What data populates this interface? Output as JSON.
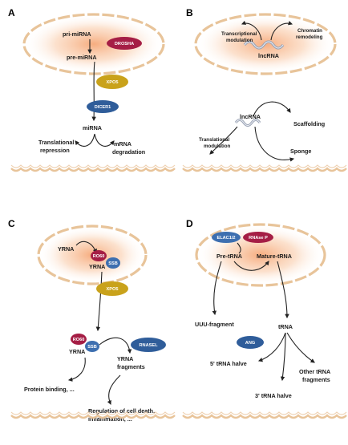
{
  "panels": {
    "A": {
      "letter": "A",
      "pri": "pri-miRNA",
      "drosha": "DROSHA",
      "pre": "pre-miRNA",
      "xpo": "XPO5",
      "dicer": "DICER1",
      "mirna": "miRNA",
      "trans1": "Translational",
      "trans2": "repression",
      "mrna1": "mRNA",
      "mrna2": "degradation"
    },
    "B": {
      "letter": "B",
      "tm1": "Transcriptional",
      "tm2": "modulation",
      "chr1": "Chromatin",
      "chr2": "remodeling",
      "lnc_nuc": "lncRNA",
      "lnc_cyto": "lncRNA",
      "scaff": "Scaffolding",
      "tr1": "Translational",
      "tr2": "modulation",
      "sponge": "Sponge"
    },
    "C": {
      "letter": "C",
      "yrna_top": "YRNA",
      "ro60_n": "RO60",
      "yrna_n": "YRNA",
      "ssb_n": "SSB",
      "xpo": "XPO5",
      "ro60_c": "RO60",
      "yrna_c": "YRNA",
      "ssb_c": "SSB",
      "rnasel": "RNASEL",
      "yfrag1": "YRNA",
      "yfrag2": "fragments",
      "prot": "Protein binding, ...",
      "reg1": "Regulation of cell death,",
      "reg2": "inflammation, ..."
    },
    "D": {
      "letter": "D",
      "elac": "ELAC1/2",
      "rnasep": "RNAse P",
      "pre": "Pre-tRNA",
      "mature": "Mature-tRNA",
      "uuu": "UUU-fragment",
      "trna": "tRNA",
      "ang": "ANG",
      "five": "5' tRNA halve",
      "three": "3' tRNA halve",
      "other1": "Other tRNA",
      "other2": "fragments"
    }
  },
  "colors": {
    "drosha": "#a51e45",
    "xpo5": "#c9a21b",
    "dicer": "#2f5d9a",
    "ro60": "#a51e45",
    "ssb": "#3d6fb0",
    "rnasel": "#2f5d9a",
    "elac": "#3d6fb0",
    "rnasep": "#a51e45",
    "ang": "#2f5d9a",
    "nucleus": "#e8c49a",
    "membrane": "#e8c49a",
    "glow": "#f6b98a"
  }
}
